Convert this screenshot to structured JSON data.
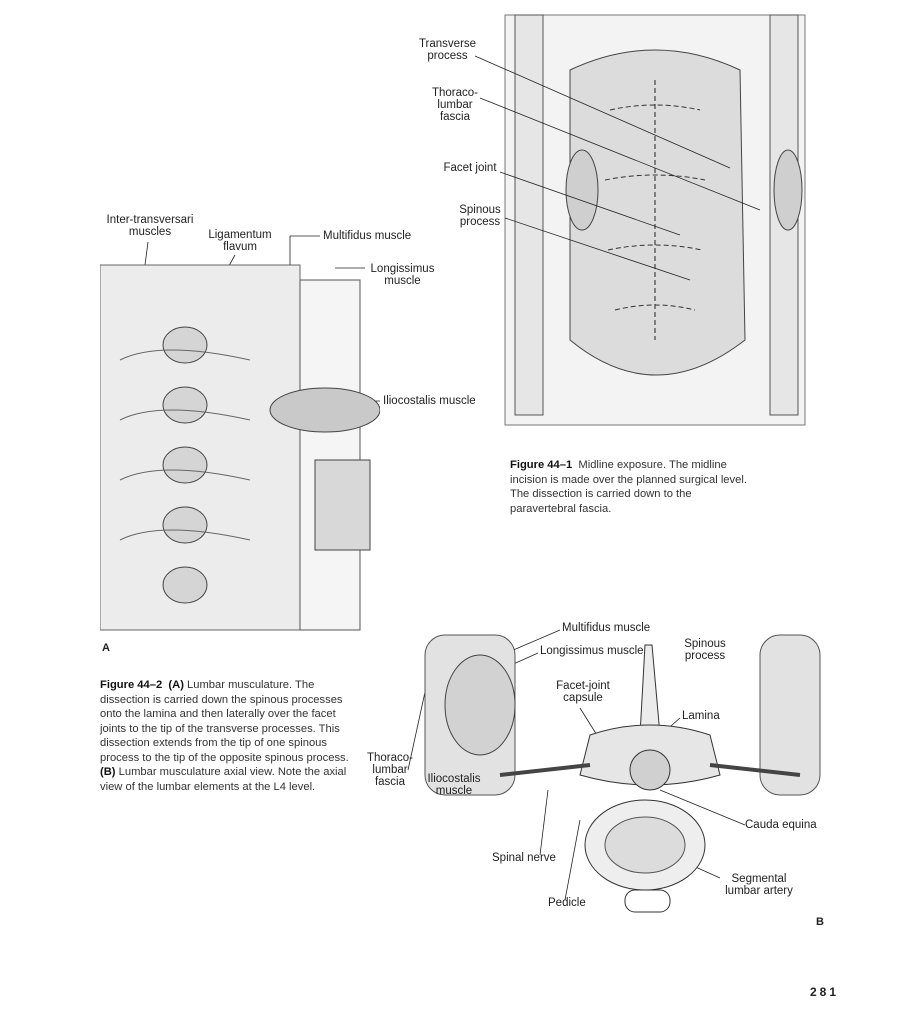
{
  "figure_44_1": {
    "labels": {
      "transverse_process": "Transverse\nprocess",
      "thoracolumbar_fascia": "Thoraco-\nlumbar\nfascia",
      "facet_joint": "Facet joint",
      "spinous_process": "Spinous\nprocess"
    },
    "caption_title": "Figure 44–1",
    "caption_text": "Midline exposure. The midline incision is made over the planned surgical level. The dissection is carried down to the paravertebral fascia."
  },
  "figure_44_2a": {
    "letter": "A",
    "labels": {
      "inter_transversari": "Inter-transversari\nmuscles",
      "ligamentum_flavum": "Ligamentum\nflavum",
      "multifidus": "Multifidus muscle",
      "longissimus": "Longissimus\nmuscle",
      "iliocostalis": "Iliocostalis muscle"
    }
  },
  "figure_44_2b": {
    "letter": "B",
    "labels": {
      "multifidus": "Multifidus muscle",
      "longissimus": "Longissimus muscle",
      "spinous_process": "Spinous\nprocess",
      "facet_joint_capsule": "Facet-joint\ncapsule",
      "lamina": "Lamina",
      "thoracolumbar_fascia": "Thoraco-\nlumbar\nfascia",
      "iliocostalis": "Iliocostalis\nmuscle",
      "cauda_equina": "Cauda equina",
      "spinal_nerve": "Spinal nerve",
      "segmental_lumbar_artery": "Segmental\nlumbar artery",
      "pedicle": "Pedicle"
    }
  },
  "figure_44_2_caption": {
    "title": "Figure 44–2",
    "a_tag": "(A)",
    "a_text": "Lumbar musculature. The dissection is carried down the spinous processes onto the lamina and then laterally over the facet joints to the tip of the transverse processes. This dissection extends from the tip of one spinous process to the tip of the opposite spinous process.",
    "b_tag": "(B)",
    "b_text": "Lumbar musculature axial view. Note the axial view of the lumbar elements at the L4 level."
  },
  "page_number": "281"
}
